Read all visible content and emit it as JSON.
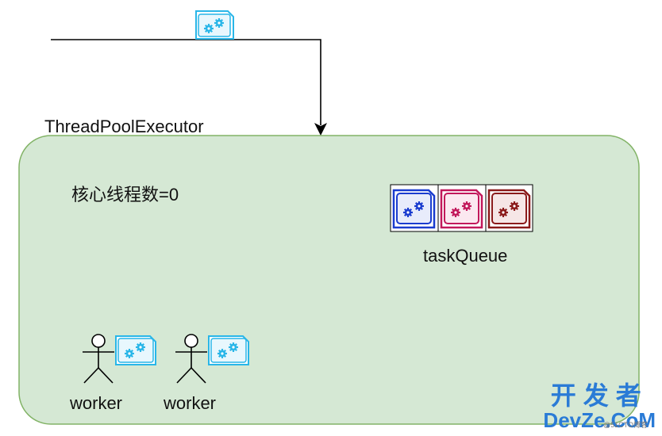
{
  "pool": {
    "title": "ThreadPoolExecutor",
    "core_label": "核心线程数=0"
  },
  "queue": {
    "label": "taskQueue",
    "task_colors": [
      "#1a3ccf",
      "#c2185b",
      "#8b1a1a"
    ]
  },
  "workers": [
    {
      "label": "worker"
    },
    {
      "label": "worker"
    }
  ],
  "incoming_task": {
    "icon": "gears-icon",
    "color": "#29b6e8"
  },
  "watermark": {
    "cn": "开发者",
    "en": "DevZe.CoM",
    "tag": "@51CTO博客"
  },
  "colors": {
    "pool_fill": "#d5e8d4",
    "pool_stroke": "#82b366",
    "task_cyan": "#29b6e8"
  }
}
